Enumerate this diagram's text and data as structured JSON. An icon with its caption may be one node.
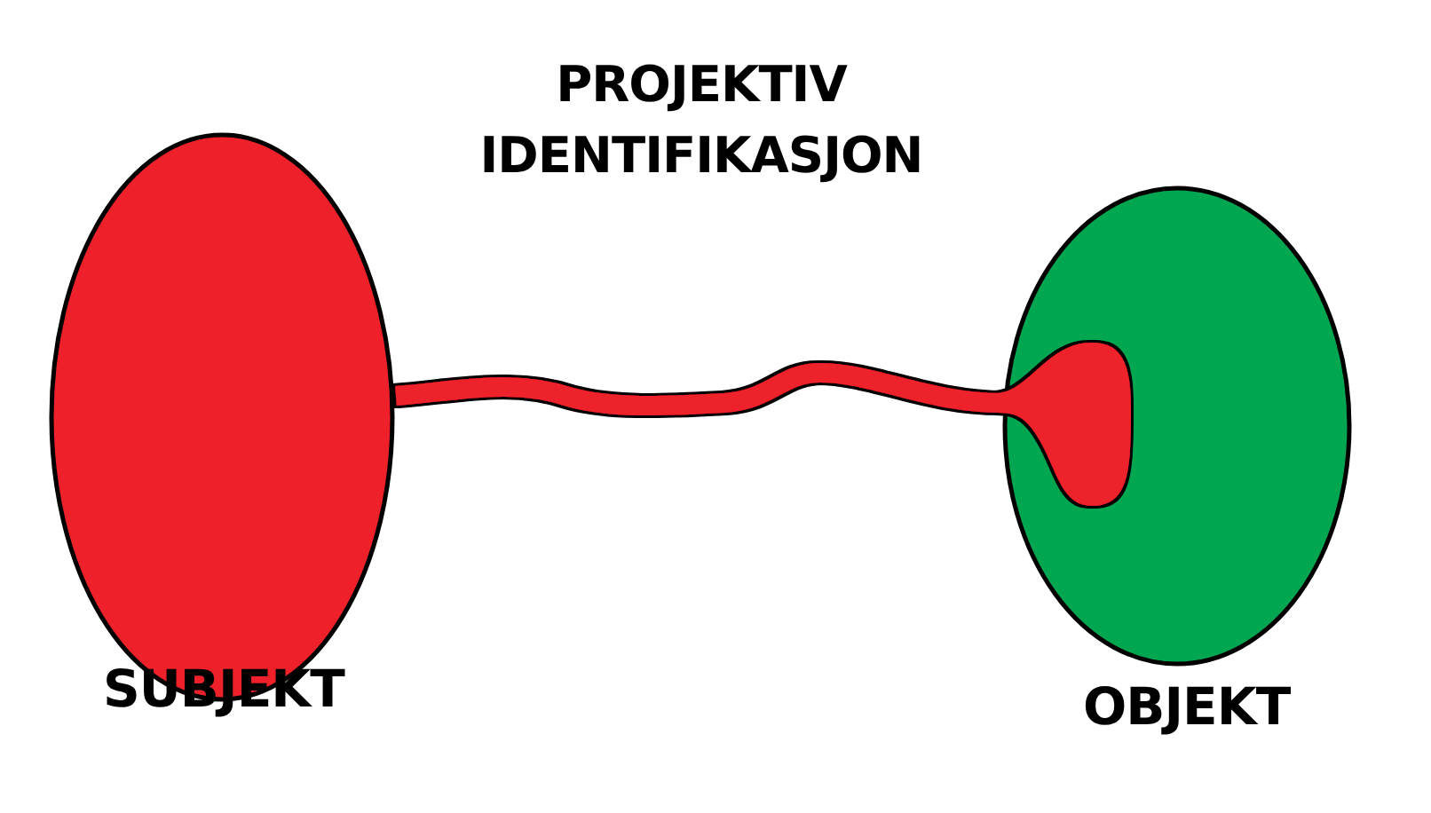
{
  "diagram": {
    "title": "PROJEKTIV IDENTIFIKASJON",
    "nodes": [
      {
        "text": [
          "SUBJEKT"
        ]
      },
      {
        "text": [
          "OBJEKT"
        ]
      }
    ],
    "edges": [
      {
        "from": 0,
        "to": 1,
        "arrow": "other"
      }
    ]
  }
}
